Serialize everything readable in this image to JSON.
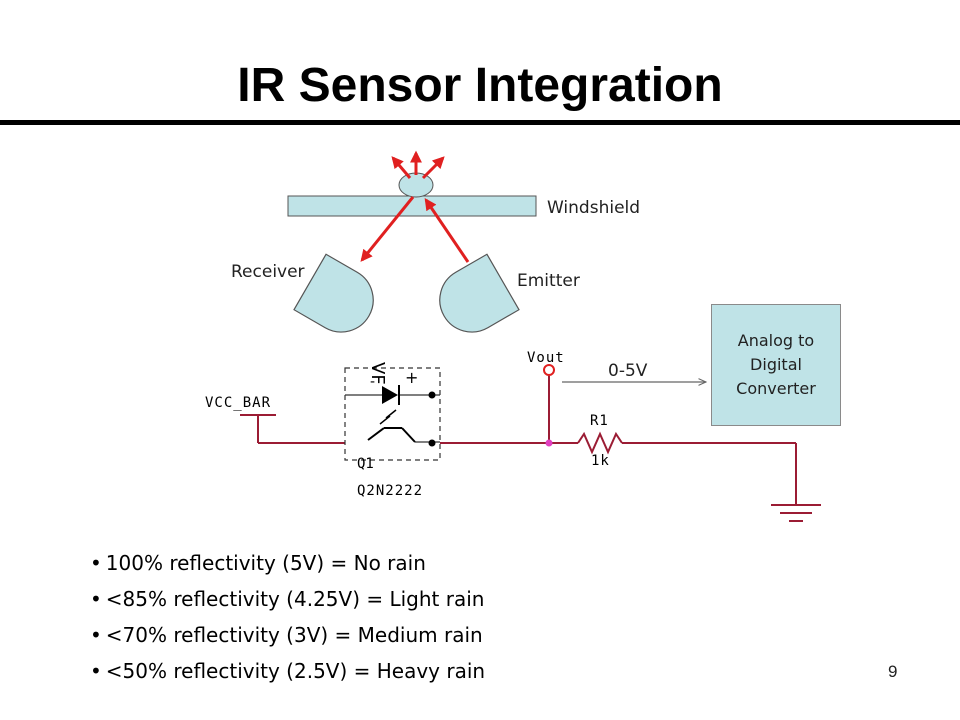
{
  "slide": {
    "title": "IR Sensor Integration",
    "page_number": "9"
  },
  "diagram": {
    "windshield_label": "Windshield",
    "receiver_label": "Receiver",
    "emitter_label": "Emitter",
    "adc_line1": "Analog to",
    "adc_line2": "Digital",
    "adc_line3": "Converter",
    "signal_label": "0-5V",
    "vout_label": "Vout",
    "vcc_label": "VCC_BAR",
    "resistor_name": "R1",
    "resistor_value": "1k",
    "transistor_model": "Q2N2222",
    "colors": {
      "windshield_fill": "#bfe3e7",
      "ray_color": "#e02020",
      "wire_color": "#9b1c34"
    }
  },
  "bullets": [
    "100% reflectivity (5V) = No rain",
    "<85% reflectivity (4.25V) = Light rain",
    "<70% reflectivity (3V) = Medium rain",
    "<50% reflectivity (2.5V) = Heavy rain"
  ]
}
